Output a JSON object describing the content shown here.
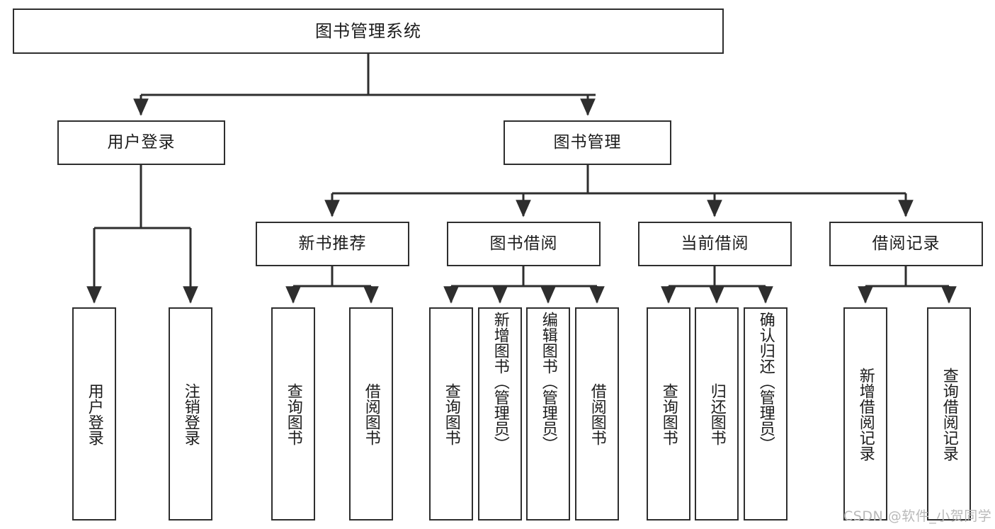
{
  "diagram": {
    "title": "图书管理系统",
    "type": "tree",
    "watermark": "CSDN @软件_小贺同学",
    "colors": {
      "stroke": "#2e2e2e",
      "fill": "#ffffff",
      "text": "#1c1c1c",
      "watermark": "#b9b9b9"
    },
    "nodes": {
      "root": {
        "label": "图书管理系统"
      },
      "level1": [
        {
          "id": "user-login",
          "label": "用户登录"
        },
        {
          "id": "book-manage",
          "label": "图书管理"
        }
      ],
      "level2": [
        {
          "id": "new-book-rec",
          "label": "新书推荐"
        },
        {
          "id": "book-borrow",
          "label": "图书借阅"
        },
        {
          "id": "current-borrow",
          "label": "当前借阅"
        },
        {
          "id": "borrow-record",
          "label": "借阅记录"
        }
      ],
      "leaves": {
        "user-login": [
          {
            "id": "leaf-user-login",
            "label": "用户登录"
          },
          {
            "id": "leaf-user-logout",
            "label": "注销登录"
          }
        ],
        "new-book-rec": [
          {
            "id": "leaf-query-book-1",
            "label": "查询图书"
          },
          {
            "id": "leaf-borrow-book-1",
            "label": "借阅图书"
          }
        ],
        "book-borrow": [
          {
            "id": "leaf-query-book-2",
            "label": "查询图书"
          },
          {
            "id": "leaf-add-book",
            "label": "新增图书（管理员）"
          },
          {
            "id": "leaf-edit-book",
            "label": "编辑图书（管理员）"
          },
          {
            "id": "leaf-borrow-book-2",
            "label": "借阅图书"
          }
        ],
        "current-borrow": [
          {
            "id": "leaf-query-book-3",
            "label": "查询图书"
          },
          {
            "id": "leaf-return-book",
            "label": "归还图书"
          },
          {
            "id": "leaf-confirm-return",
            "label": "确认归还（管理员）"
          }
        ],
        "borrow-record": [
          {
            "id": "leaf-add-record",
            "label": "新增借阅记录"
          },
          {
            "id": "leaf-query-record",
            "label": "查询借阅记录"
          }
        ]
      }
    }
  }
}
